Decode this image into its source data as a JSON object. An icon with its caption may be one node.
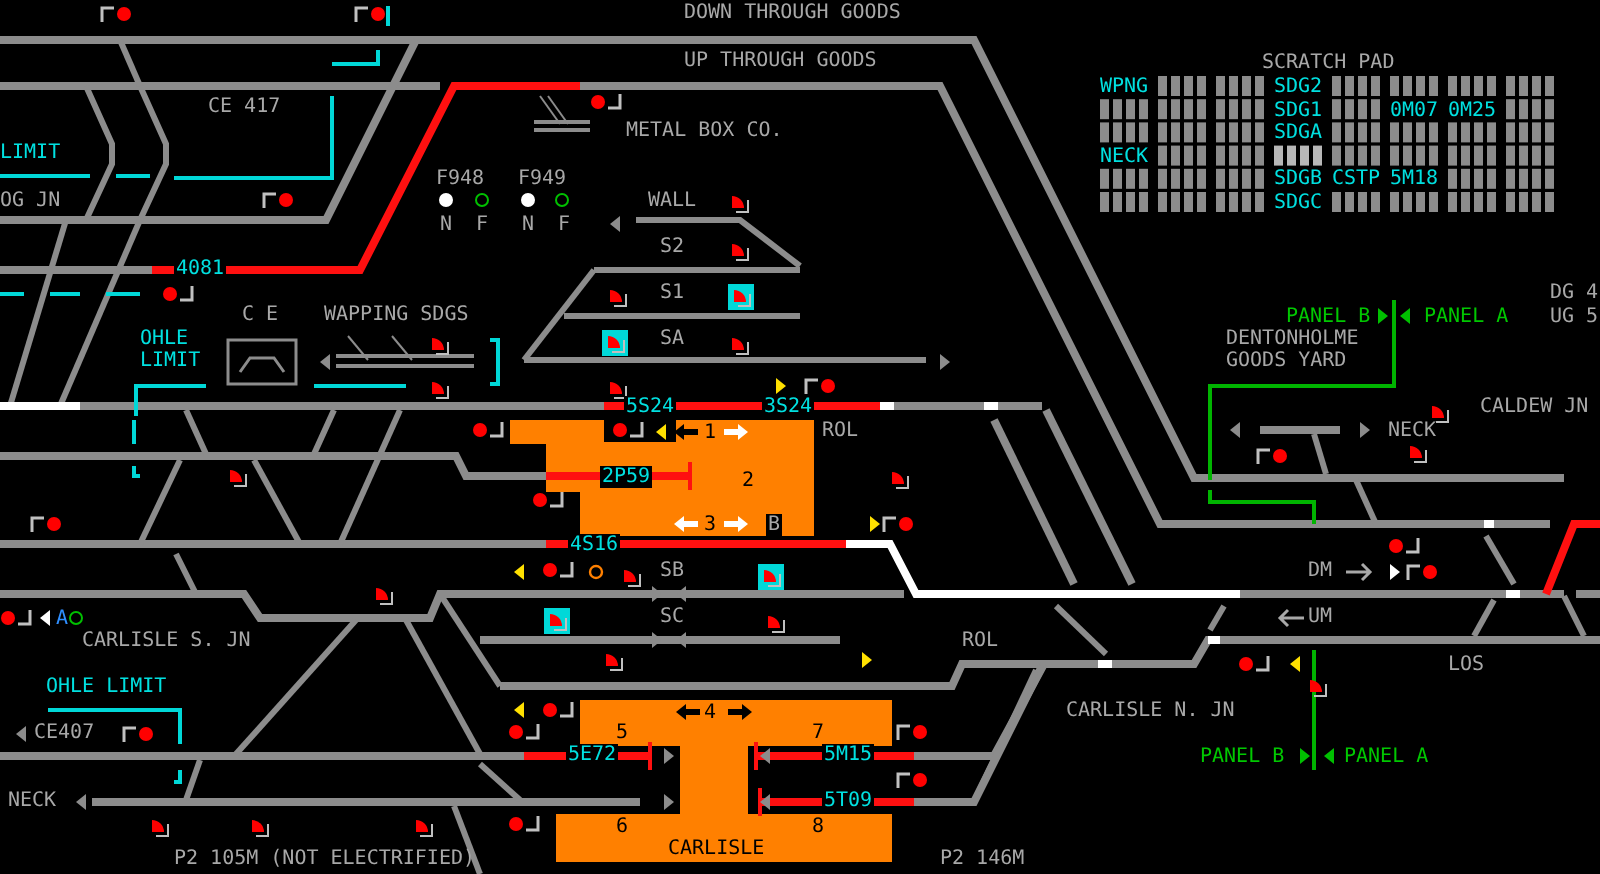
{
  "diagram": {
    "labels": [
      "DOWN THROUGH GOODS",
      "UP THROUGH GOODS",
      "CE 417",
      "METAL BOX CO.",
      "LIMIT",
      "OG JN",
      "F948",
      "F949",
      "N",
      "F",
      "N",
      "F",
      "WALL",
      "SCRATCH PAD",
      "WPNG",
      "SDG2",
      "SDG1",
      "0M07",
      "0M25",
      "SDGA",
      "NECK",
      "SDGB",
      "CSTP",
      "5M18",
      "SDGC",
      "4081",
      "S2",
      "S1",
      "C E",
      "WAPPING SDGS",
      "OHLE LIMIT",
      "SA",
      "PANEL B",
      "PANEL A",
      "DG 4",
      "UG 5",
      "DENTONHOLME GOODS YARD",
      "5S24",
      "3S24",
      "CALDEW JN",
      "1",
      "ROL",
      "NECK",
      "2P59",
      "2",
      "3",
      "B",
      "4S16",
      "SB",
      "DM",
      "A",
      "SC",
      "UM",
      "CARLISLE S. JN",
      "ROL",
      "LOS",
      "OHLE LIMIT",
      "4",
      "CARLISLE N. JN",
      "CE407",
      "5",
      "7",
      "5E72",
      "5M15",
      "PANEL B",
      "PANEL A",
      "NECK",
      "5T09",
      "6",
      "8",
      "P2 105M (NOT ELECTRIFIED)",
      "CARLISLE",
      "P2 146M"
    ]
  }
}
